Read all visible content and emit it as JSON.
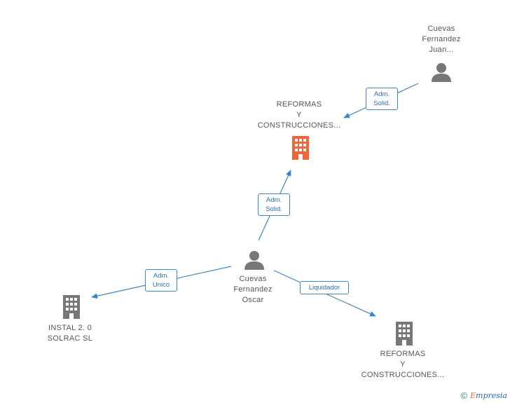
{
  "nodes": {
    "person_top": {
      "lines": [
        "Cuevas",
        "Fernandez",
        "Juan..."
      ]
    },
    "company_main": {
      "lines": [
        "REFORMAS",
        "Y",
        "CONSTRUCCIONES..."
      ],
      "color": "#f0663a"
    },
    "person_center": {
      "lines": [
        "Cuevas",
        "Fernandez",
        "Oscar"
      ]
    },
    "company_left": {
      "lines": [
        "INSTAL 2. 0",
        "SOLRAC SL"
      ]
    },
    "company_bottom": {
      "lines": [
        "REFORMAS",
        "Y",
        "CONSTRUCCIONES..."
      ]
    }
  },
  "edges": {
    "top_to_main": {
      "lines": [
        "Adm.",
        "Solid."
      ]
    },
    "center_to_main": {
      "lines": [
        "Adm.",
        "Solid."
      ]
    },
    "center_to_left": {
      "lines": [
        "Adm.",
        "Unico"
      ]
    },
    "center_to_bottom": {
      "lines": [
        "Liquidador"
      ]
    }
  },
  "footer": {
    "copyright": "©",
    "brand_first": "E",
    "brand_rest": "mpresia"
  },
  "colors": {
    "edge": "#3d85c6",
    "icon_gray": "#777777",
    "highlight": "#f0663a"
  },
  "icons": {
    "person": "person-icon",
    "building": "building-icon"
  }
}
